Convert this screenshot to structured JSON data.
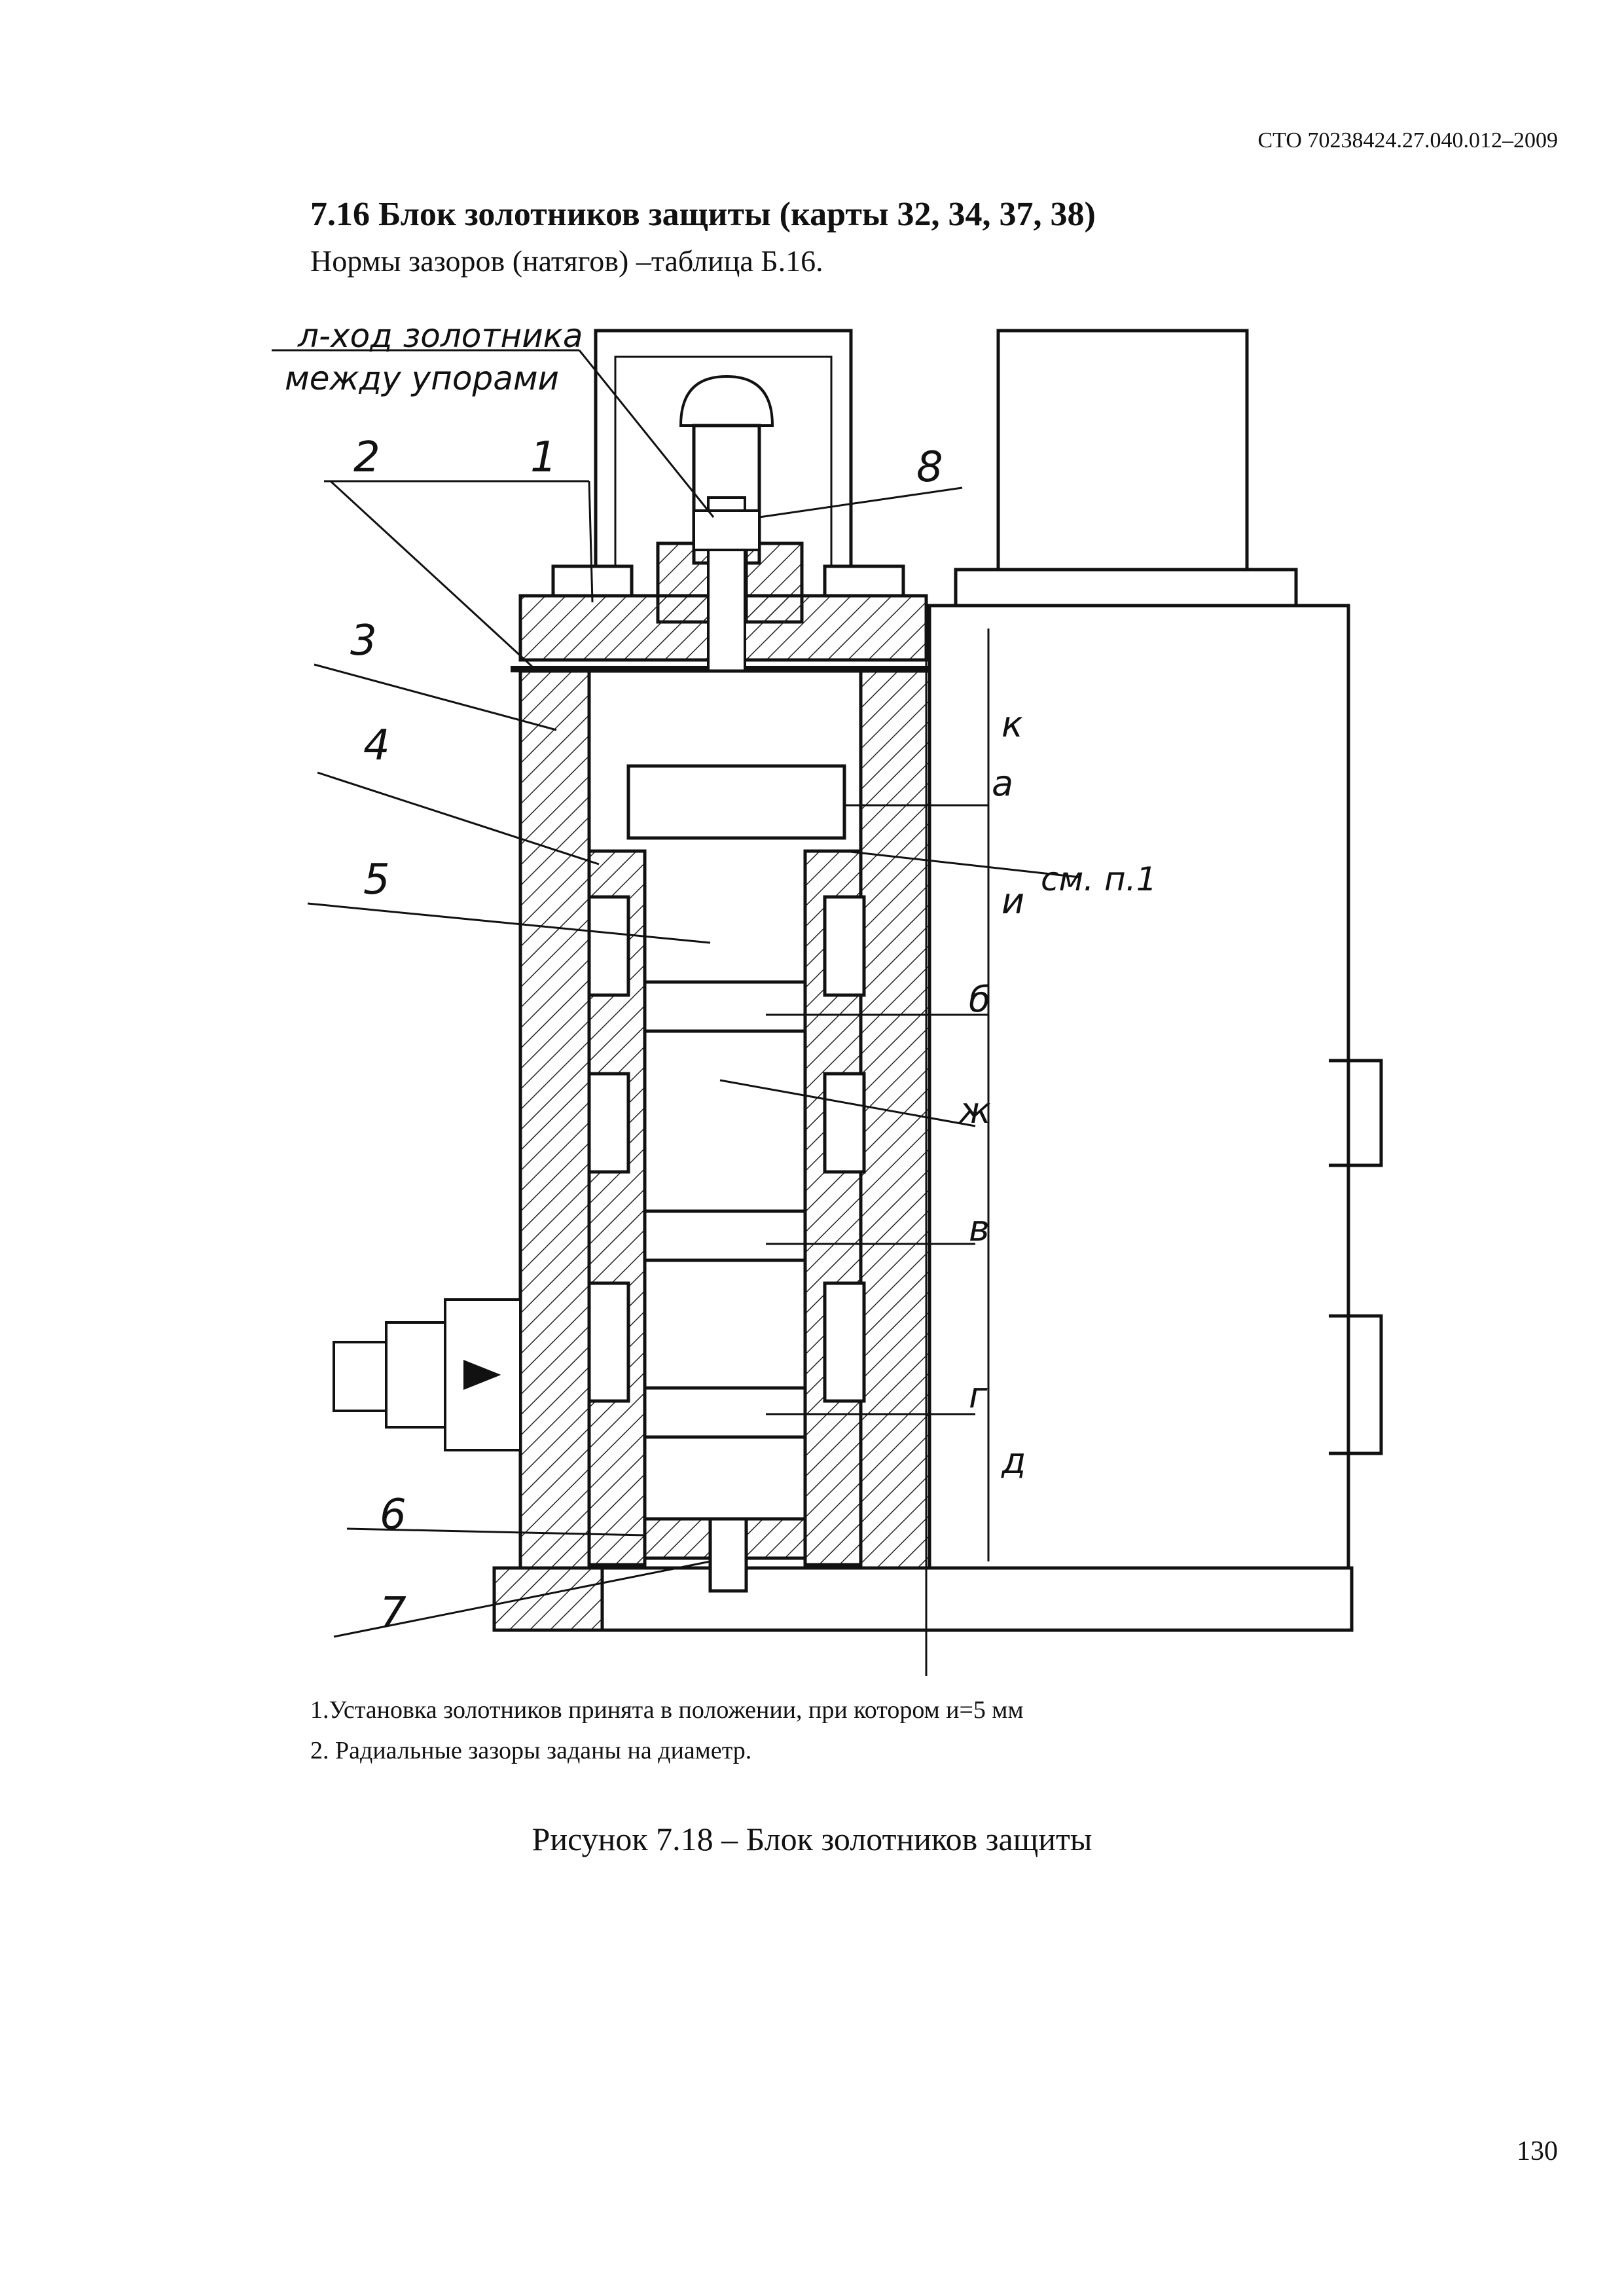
{
  "header": {
    "doc_code": "СТО 70238424.27.040.012–2009"
  },
  "section": {
    "title": "7.16 Блок золотников защиты (карты 32, 34, 37, 38)",
    "subtitle": "Нормы зазоров (натягов) –таблица Б.16."
  },
  "figure": {
    "callouts": {
      "travel_line1": "л-ход золотника",
      "travel_line2": "между упорами",
      "n1": "1",
      "n2": "2",
      "n3": "3",
      "n4": "4",
      "n5": "5",
      "n6": "6",
      "n7": "7",
      "n8": "8",
      "k": "к",
      "a": "а",
      "see_note": "см. п.1",
      "u": "и",
      "b": "б",
      "zh": "ж",
      "v": "в",
      "g": "г",
      "d": "д"
    },
    "notes": [
      "1.Установка золотников принята в положении, при котором и=5 мм",
      "2. Радиальные зазоры заданы на диаметр."
    ],
    "caption": "Рисунок 7.18 – Блок золотников защиты"
  },
  "footer": {
    "page_number": "130"
  }
}
